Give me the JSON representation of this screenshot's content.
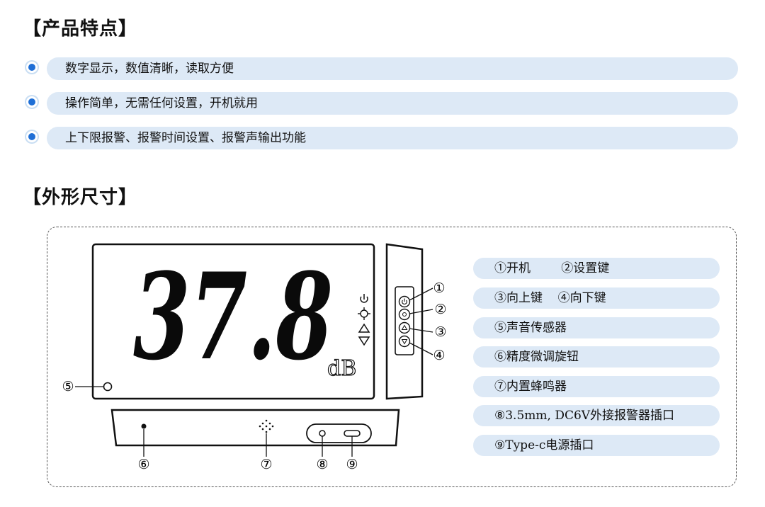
{
  "sections": {
    "features_title": "【产品特点】",
    "dimensions_title": "【外形尺寸】"
  },
  "features": [
    "数字显示，数值清晰，读取方便",
    "操作简单，无需任何设置，开机就用",
    "上下限报警、报警时间设置、报警声输出功能"
  ],
  "display": {
    "reading": "37.8",
    "unit": "dB"
  },
  "callouts": {
    "n1": "①",
    "n2": "②",
    "n3": "③",
    "n4": "④",
    "n5": "⑤",
    "n6": "⑥",
    "n7": "⑦",
    "n8": "⑧",
    "n9": "⑨"
  },
  "legend": [
    "①开机        ②设置键",
    "③向上键    ④向下键",
    "⑤声音传感器",
    "⑥精度微调旋钮",
    "⑦内置蜂鸣器",
    "⑧3.5mm, DC6V外接报警器插口",
    "⑨Type-c电源插口"
  ],
  "colors": {
    "accent": "#1f6fd6",
    "pill": "#dde9f6",
    "lcd_digits": "#0a0a0a"
  }
}
